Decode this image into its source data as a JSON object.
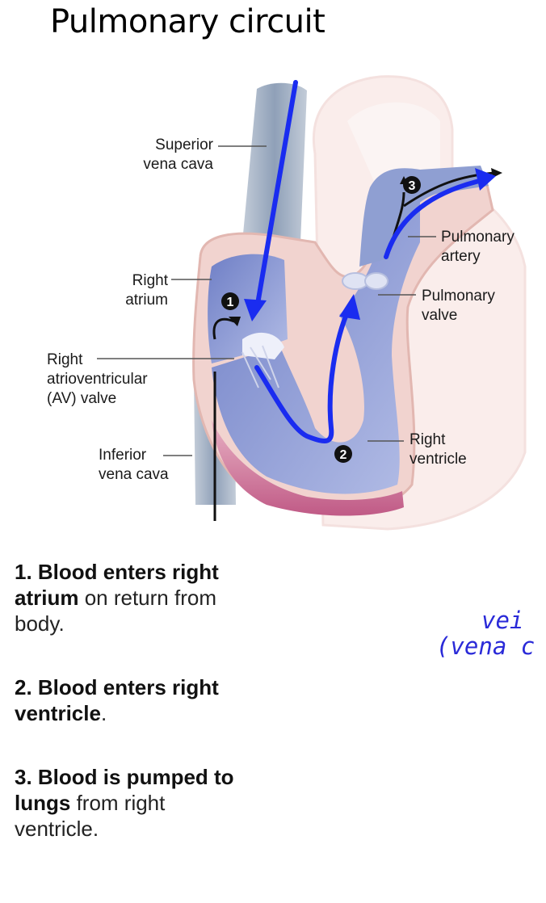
{
  "title": "Pulmonary circuit",
  "labels": {
    "superior_vena_cava": [
      "Superior",
      "vena cava"
    ],
    "right_atrium": [
      "Right",
      "atrium"
    ],
    "right_av_valve": [
      "Right",
      "atrioventricular",
      "(AV) valve"
    ],
    "inferior_vena_cava": [
      "Inferior",
      "vena cava"
    ],
    "pulmonary_artery": [
      "Pulmonary",
      "artery"
    ],
    "pulmonary_valve": [
      "Pulmonary",
      "valve"
    ],
    "right_ventricle": [
      "Right",
      "ventricle"
    ]
  },
  "markers": [
    "1",
    "2",
    "3"
  ],
  "steps": [
    {
      "bold": "1. Blood enters right atrium",
      "rest": " on return from body."
    },
    {
      "bold": "2. Blood enters right ventricle",
      "rest": "."
    },
    {
      "bold": "3. Blood is pumped to lungs",
      "rest": " from right ventricle."
    }
  ],
  "handwriting": [
    "vei",
    "(vena c"
  ],
  "colors": {
    "arrow": "#1a2cf0",
    "chamber": "#8e99d4",
    "vessel": "#a9b6c9",
    "tissue": "#f3d9d6"
  }
}
